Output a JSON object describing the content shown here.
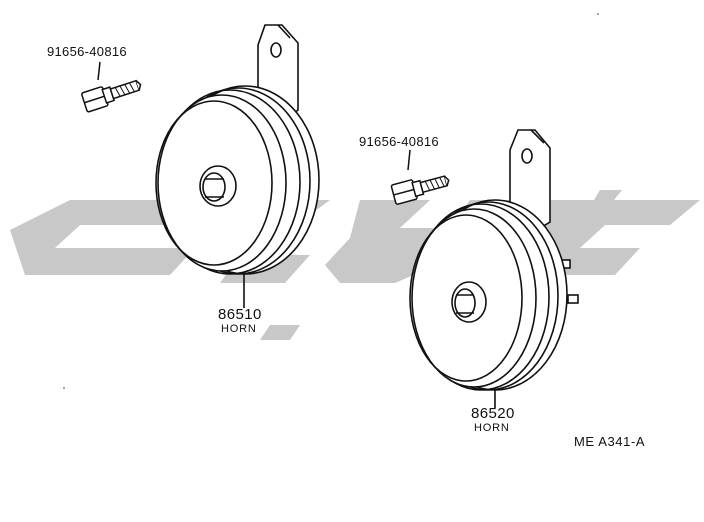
{
  "parts": {
    "bolt_left": {
      "part_number": "91656-40816"
    },
    "bolt_right": {
      "part_number": "91656-40816"
    },
    "horn_left": {
      "part_number": "86510",
      "name": "HORN"
    },
    "horn_right": {
      "part_number": "86520",
      "name": "HORN"
    }
  },
  "figure_code": "ME A341-A",
  "colors": {
    "line": "#111111",
    "watermark": "#c8c8c8"
  }
}
